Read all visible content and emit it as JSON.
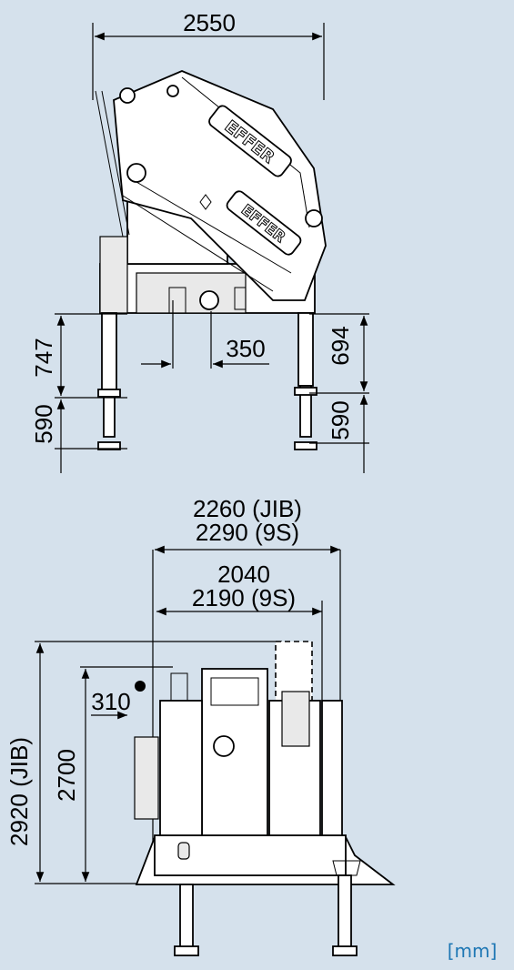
{
  "colors": {
    "background": "#d5e1ec",
    "unit_text": "#1e77b4",
    "line": "#000000"
  },
  "side_view": {
    "overall_width": "2550",
    "base_offset": "350",
    "left_upper_height": "747",
    "left_lower_height": "590",
    "right_upper_height": "694",
    "right_lower_height": "590"
  },
  "front_view": {
    "width_jib": "2260 (JIB)",
    "width_9s": "2290 (9S)",
    "inner_width": "2040",
    "inner_width_9s": "2190 (9S)",
    "offset": "310",
    "height_jib": "2920 (JIB)",
    "height": "2700"
  },
  "unit": "[mm]"
}
